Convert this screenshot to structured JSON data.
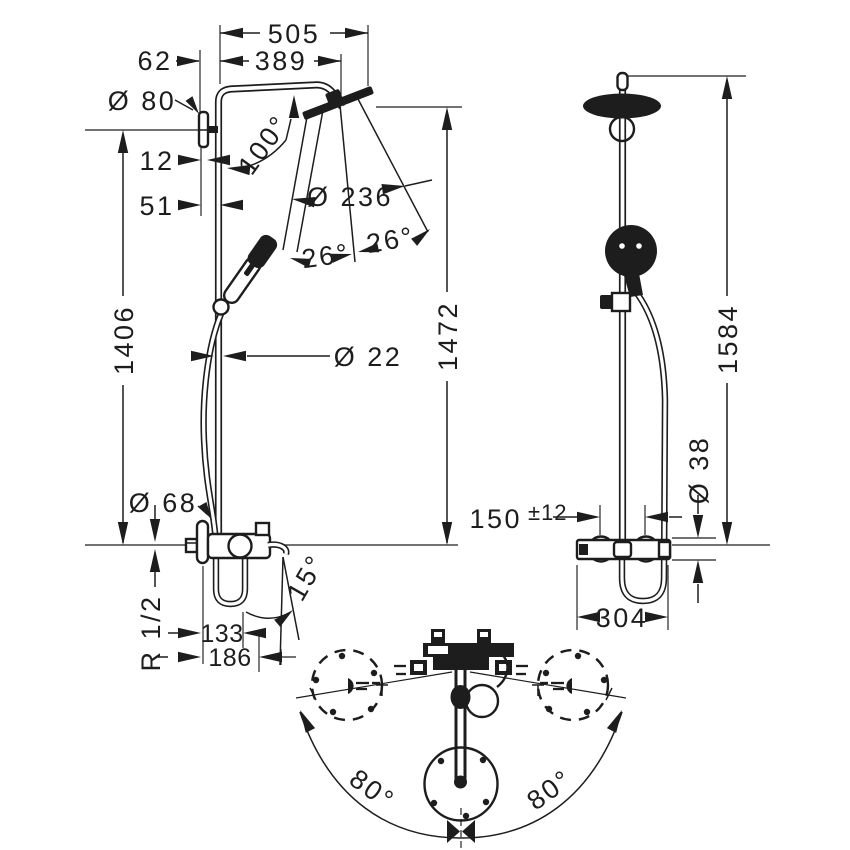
{
  "background": "#ffffff",
  "ink": "#1d1d1d",
  "left_view": {
    "dim_top_width": "505",
    "dim_arm_projection": "389",
    "dim_wall_offset": "62",
    "dim_rosette_diameter": "Ø 80",
    "dim_bracket_offset": "12",
    "dim_pipe_offset": "51",
    "angle_spray": "100°",
    "dim_spray_diameter": "Ø 236",
    "angle_head_left": "26°",
    "angle_head_right": "26°",
    "dim_height_bracket": "1406",
    "dim_height_head": "1472",
    "dim_pipe_diameter": "Ø 22",
    "dim_escutcheon_diameter": "Ø 68",
    "thread_size": "R 1/2",
    "dim_spout_reach": "133",
    "dim_spout_tip_reach": "186",
    "angle_spout": "15°"
  },
  "right_view": {
    "dim_total_height": "1584",
    "dim_supply_spacing": "150",
    "dim_supply_tolerance": "±12",
    "dim_mixer_diameter": "Ø 38",
    "dim_mixer_width": "304"
  },
  "plan_view": {
    "angle_swivel_left": "80°",
    "angle_swivel_right": "80°"
  }
}
